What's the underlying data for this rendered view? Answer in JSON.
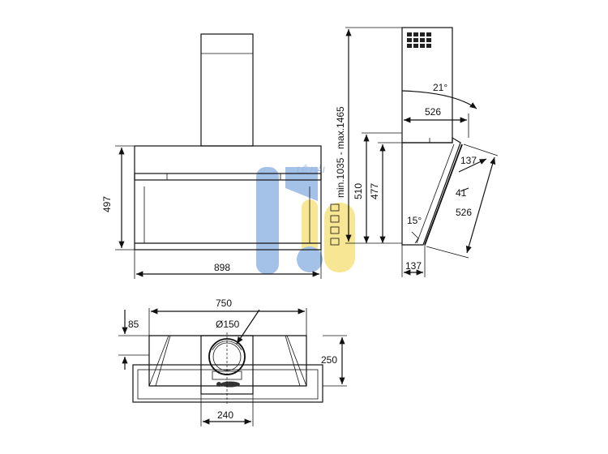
{
  "front_view": {
    "height_label": "497",
    "width_label": "898"
  },
  "side_view": {
    "chimney_range_label": "min.1035 - max.1465",
    "height_510_label": "510",
    "height_477_label": "477",
    "angle_21_label": "21°",
    "width_526_top_label": "526",
    "width_137_label": "137",
    "depth_41_label": "41",
    "length_526_label": "526",
    "angle_15_label": "15°",
    "bottom_137_label": "137"
  },
  "bottom_view": {
    "width_750_label": "750",
    "depth_85_label": "85",
    "duct_diameter_label": "Ø150",
    "depth_250_label": "250",
    "width_240_label": "240"
  },
  "watermark": {
    "text": "LÊ HẢI",
    "colors": {
      "blue": "#5b8fd6",
      "yellow": "#f2d23b"
    }
  },
  "colors": {
    "line": "#111111",
    "background": "#ffffff"
  }
}
